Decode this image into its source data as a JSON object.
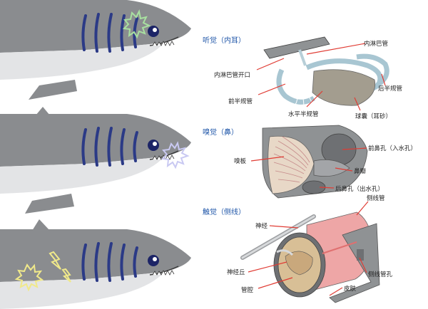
{
  "colors": {
    "shark_back": "#8a8c8f",
    "shark_belly": "#e3e4e6",
    "gills": "#2b3a86",
    "leader": "#e03b33",
    "title": "#1e55a8",
    "burst_hearing": "#a8e0a0",
    "burst_smell": "#c9c9f2",
    "burst_touch": "#f0e98a"
  },
  "sections": {
    "hearing": {
      "title": "听觉（内耳）",
      "labels": {
        "endolymph_duct": "内淋巴管",
        "endolymph_opening": "内淋巴管开口",
        "posterior_canal": "后半规管",
        "anterior_canal": "前半规管",
        "horizontal_canal": "水平半规管",
        "sacculus": "球囊（耳砂）"
      }
    },
    "smell": {
      "title": "嗅觉（鼻）",
      "labels": {
        "anterior_naris": "前鼻孔（入水孔）",
        "olfactory_plate": "嗅板",
        "nasal_flap": "鼻瓣",
        "posterior_naris": "后鼻孔（出水孔）"
      }
    },
    "touch": {
      "title": "触觉（侧线）",
      "labels": {
        "lateral_line_canal": "侧线管",
        "nerve": "神经",
        "neuromast": "神经丘",
        "lateral_line_pore": "侧线管孔",
        "canal_lumen": "管腔",
        "skin": "皮肤"
      }
    }
  }
}
